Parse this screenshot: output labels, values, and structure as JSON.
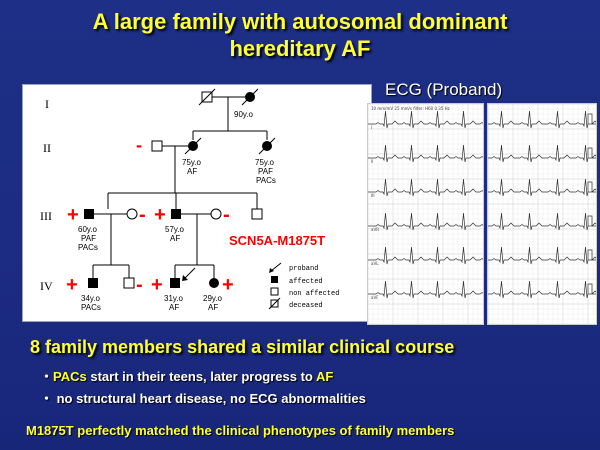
{
  "title": {
    "line1": "A large family with autosomal dominant",
    "line2": "hereditary AF"
  },
  "pedigree": {
    "generations": [
      "I",
      "II",
      "III",
      "IV"
    ],
    "individuals": {
      "i_female_age": "90y.o",
      "ii_female1_age": "75y.o",
      "ii_female1_dx": "AF",
      "ii_female2_age": "75y.o",
      "ii_female2_dx1": "PAF",
      "ii_female2_dx2": "PACs",
      "iii_male1_age": "60y.o",
      "iii_male1_dx1": "PAF",
      "iii_male1_dx2": "PACs",
      "iii_male2_age": "57y.o",
      "iii_male2_dx": "AF",
      "iv_male1_age": "34y.o",
      "iv_male1_dx": "PACs",
      "iv_male2_age": "31y.o",
      "iv_male2_dx": "AF",
      "iv_female_age": "29y.o",
      "iv_female_dx": "AF"
    },
    "plus": "+",
    "minus": "-",
    "mutation": "SCN5A-M1875T",
    "legend": {
      "proband": "proband",
      "affected": "affected",
      "non_affected": "non affected",
      "deceased": "deceased"
    },
    "colors": {
      "affected": "#000000",
      "marker_red": "#ff0000"
    }
  },
  "ecg": {
    "title": "ECG (Proband)",
    "header": "10 mm/mV 25 mm/s filter: H60 0.35 Hz",
    "left_leads": [
      "I",
      "II",
      "III",
      "aVR",
      "aVL",
      "aVF"
    ]
  },
  "summary": {
    "headline": "8 family members shared a similar clinical course",
    "bullet1_prefix": "・",
    "bullet1_hl1": "PACs",
    "bullet1_mid": " start in their teens, later progress to ",
    "bullet1_hl2": "AF",
    "bullet2": "・ no structural heart disease, no ECG abnormalities",
    "footer": "M1875T perfectly matched the clinical phenotypes of family members"
  }
}
